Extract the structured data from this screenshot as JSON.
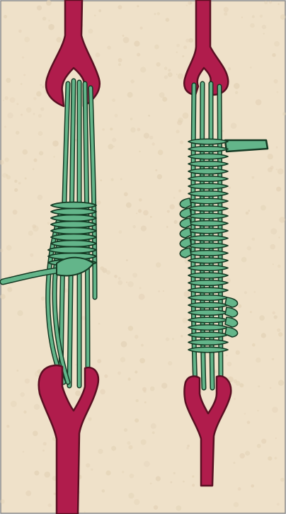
{
  "illustration": {
    "subject": "lashing-between-two-eyes",
    "panels": [
      {
        "name": "loose-lashing",
        "stage": "in-progress"
      },
      {
        "name": "finished-lashing",
        "stage": "complete"
      }
    ]
  },
  "colors": {
    "background": "#efe1c9",
    "background_speckle": "#e3d2b6",
    "frame_border": "#8a8a8a",
    "rope_eye": "#b01c4c",
    "rope_eye_dark": "#5a0f22",
    "cord_green": "#63b58a",
    "cord_green_dark": "#153a24"
  },
  "icons": [
    "rope-eye-icon",
    "green-cord-icon"
  ]
}
